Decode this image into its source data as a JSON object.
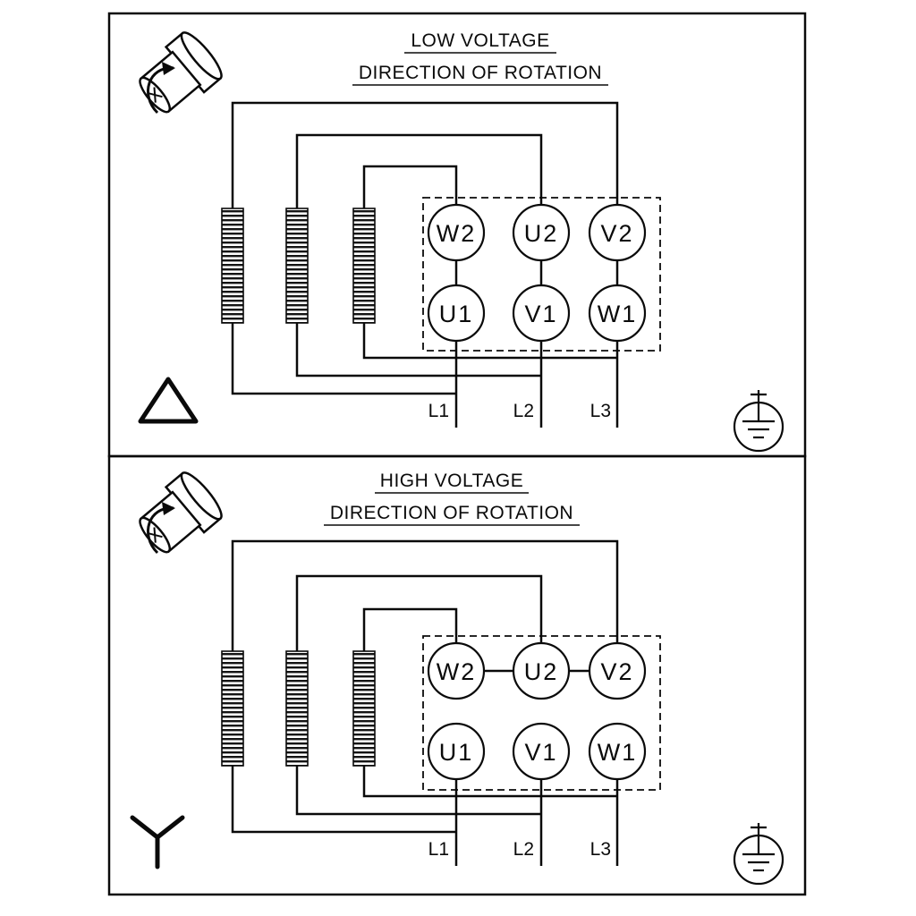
{
  "colors": {
    "ink": "#0a0a0a",
    "background": "#ffffff"
  },
  "low": {
    "title": "LOW VOLTAGE",
    "subtitle": "DIRECTION OF ROTATION",
    "connection_type": "delta",
    "terminals_top": [
      "W2",
      "U2",
      "V2"
    ],
    "terminals_bottom": [
      "U1",
      "V1",
      "W1"
    ],
    "leads": [
      "L1",
      "L2",
      "L3"
    ],
    "icons": [
      "rotation-direction-icon",
      "delta-connection-icon",
      "earth-ground-icon"
    ]
  },
  "high": {
    "title": "HIGH VOLTAGE",
    "subtitle": "DIRECTION OF ROTATION",
    "connection_type": "star",
    "terminals_top": [
      "W2",
      "U2",
      "V2"
    ],
    "terminals_bottom": [
      "U1",
      "V1",
      "W1"
    ],
    "leads": [
      "L1",
      "L2",
      "L3"
    ],
    "icons": [
      "rotation-direction-icon",
      "star-connection-icon",
      "earth-ground-icon"
    ]
  }
}
